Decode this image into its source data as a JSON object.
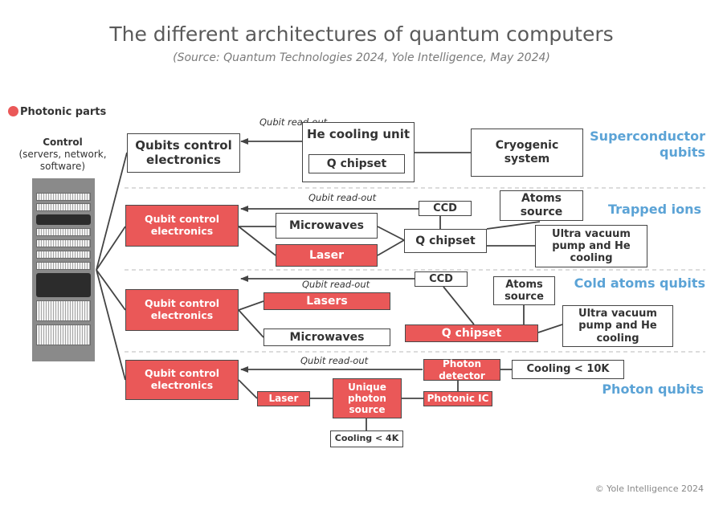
{
  "header": {
    "title": "The different architectures of quantum computers",
    "subtitle": "(Source: Quantum Technologies 2024, Yole Intelligence, May 2024)"
  },
  "legend": {
    "label": "Photonic parts",
    "color": "#ea5858"
  },
  "control": {
    "title": "Control",
    "detail": "(servers, network, software)"
  },
  "colors": {
    "photonic": "#ea5858",
    "qubit_label": "#5ba3d6",
    "dashed_separator": "#c8c8c8"
  },
  "superconductor": {
    "label": "Superconductor qubits",
    "control_box": "Qubits control electronics",
    "cooling": "He cooling unit",
    "chipset": "Q chipset",
    "cryo": "Cryogenic system",
    "readout": "Qubit read-out"
  },
  "trapped_ions": {
    "label": "Trapped ions",
    "control_box": "Qubit control electronics",
    "microwaves": "Microwaves",
    "laser": "Laser",
    "ccd": "CCD",
    "chipset": "Q chipset",
    "atoms": "Atoms source",
    "vacuum": "Ultra vacuum pump and He cooling",
    "readout": "Qubit read-out"
  },
  "cold_atoms": {
    "label": "Cold atoms qubits",
    "control_box": "Qubit control electronics",
    "lasers": "Lasers",
    "microwaves": "Microwaves",
    "ccd": "CCD",
    "chipset": "Q chipset",
    "atoms": "Atoms source",
    "vacuum": "Ultra vacuum pump and He cooling",
    "readout": "Qubit read-out"
  },
  "photon": {
    "label": "Photon qubits",
    "control_box": "Qubit control electronics",
    "laser": "Laser",
    "source": "Unique photon source",
    "cooling_4k": "Cooling < 4K",
    "detector": "Photon detector",
    "photonic_ic": "Photonic IC",
    "cooling_10k": "Cooling < 10K",
    "readout": "Qubit read-out"
  },
  "footer": {
    "copyright": "© Yole Intelligence 2024"
  }
}
